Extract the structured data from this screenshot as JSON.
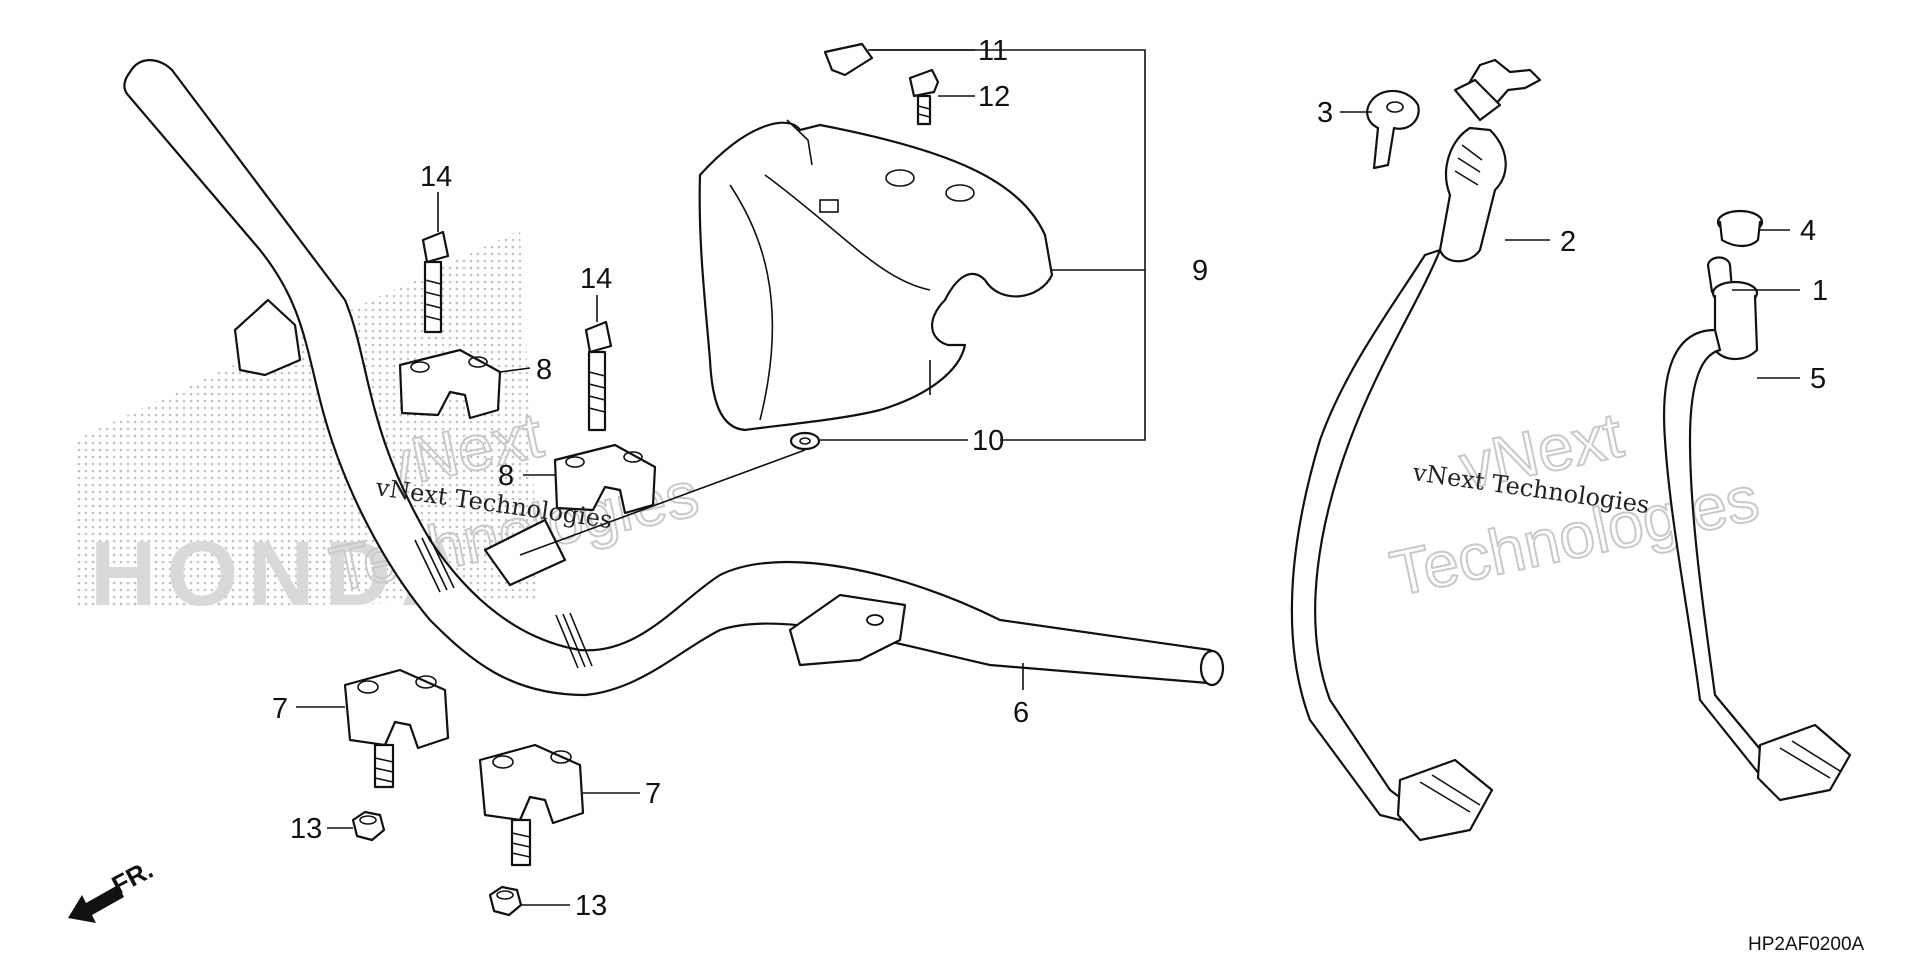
{
  "diagram": {
    "diagram_code": "HP2AF0200A",
    "front_label": "FR.",
    "watermark_small": "vNext Technologies",
    "watermark_large_line1": "vNext",
    "watermark_large_line2": "Technologies",
    "background_logo_text": "HONDA",
    "callouts": [
      {
        "id": "1",
        "text": "1"
      },
      {
        "id": "2",
        "text": "2"
      },
      {
        "id": "3",
        "text": "3"
      },
      {
        "id": "4",
        "text": "4"
      },
      {
        "id": "5",
        "text": "5"
      },
      {
        "id": "6",
        "text": "6"
      },
      {
        "id": "7a",
        "text": "7"
      },
      {
        "id": "7b",
        "text": "7"
      },
      {
        "id": "8a",
        "text": "8"
      },
      {
        "id": "8b",
        "text": "8"
      },
      {
        "id": "9",
        "text": "9"
      },
      {
        "id": "10",
        "text": "10"
      },
      {
        "id": "11",
        "text": "11"
      },
      {
        "id": "12",
        "text": "12"
      },
      {
        "id": "13a",
        "text": "13"
      },
      {
        "id": "13b",
        "text": "13"
      },
      {
        "id": "14a",
        "text": "14"
      },
      {
        "id": "14b",
        "text": "14"
      }
    ]
  }
}
